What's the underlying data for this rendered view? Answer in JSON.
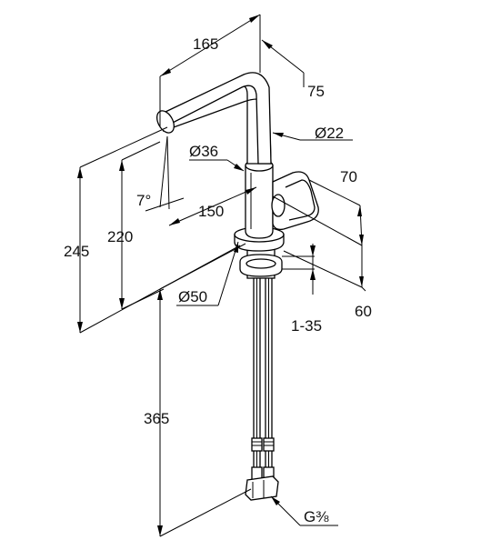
{
  "dimensions": {
    "spout_reach": "165",
    "spout_height_offset": "75",
    "spout_diameter": "Ø22",
    "body_diameter": "Ø36",
    "angle": "7°",
    "outlet_to_axis": "150",
    "handle_height": "70",
    "outlet_height": "220",
    "total_height": "245",
    "base_diameter": "Ø50",
    "base_to_handle": "60",
    "countertop_thickness": "1-35",
    "hose_length": "365",
    "thread": "G⅜"
  },
  "colors": {
    "line": "#000000",
    "background": "#ffffff"
  }
}
